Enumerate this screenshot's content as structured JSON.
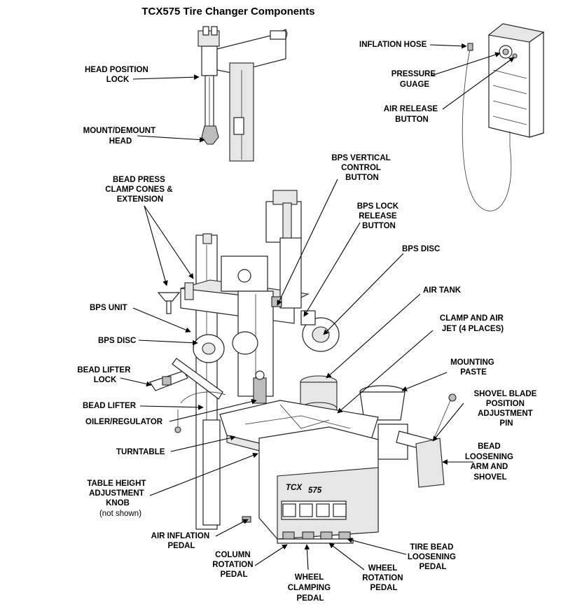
{
  "title": "TCX575 Tire Changer Components",
  "brand_text": "575",
  "brand_prefix": "TCX",
  "labels": {
    "inflation_hose": [
      "INFLATION HOSE"
    ],
    "pressure_guage": [
      "PRESSURE",
      "GUAGE"
    ],
    "air_release_button": [
      "AIR RELEASE",
      "BUTTON"
    ],
    "head_position_lock": [
      "HEAD POSITION",
      "LOCK"
    ],
    "mount_demount_head": [
      "MOUNT/DEMOUNT",
      "HEAD"
    ],
    "bps_vertical_control_button": [
      "BPS VERTICAL",
      "CONTROL",
      "BUTTON"
    ],
    "bead_press_clamp_cones": [
      "BEAD PRESS",
      "CLAMP CONES &",
      "EXTENSION"
    ],
    "bps_lock_release_button": [
      "BPS LOCK",
      "RELEASE",
      "BUTTON"
    ],
    "bps_disc_right": [
      "BPS DISC"
    ],
    "air_tank": [
      "AIR TANK"
    ],
    "bps_unit": [
      "BPS UNIT"
    ],
    "clamp_and_air_jet": [
      "CLAMP AND AIR",
      "JET (4 PLACES)"
    ],
    "bps_disc_left": [
      "BPS DISC"
    ],
    "bead_lifter_lock": [
      "BEAD LIFTER",
      "LOCK"
    ],
    "mounting_paste": [
      "MOUNTING",
      "PASTE"
    ],
    "shovel_blade_position": [
      "SHOVEL BLADE",
      "POSITION",
      "ADJUSTMENT",
      "PIN"
    ],
    "bead_lifter": [
      "BEAD LIFTER"
    ],
    "oiler_regulator": [
      "OILER/REGULATOR"
    ],
    "turntable": [
      "TURNTABLE"
    ],
    "bead_loosening_arm": [
      "BEAD",
      "LOOSENING",
      "ARM AND",
      "SHOVEL"
    ],
    "table_height_knob": [
      "TABLE HEIGHT",
      "ADJUSTMENT",
      "KNOB"
    ],
    "table_height_note": "(not shown)",
    "air_inflation_pedal": [
      "AIR INFLATION",
      "PEDAL"
    ],
    "column_rotation_pedal": [
      "COLUMN",
      "ROTATION",
      "PEDAL"
    ],
    "tire_bead_loosening_pedal": [
      "TIRE BEAD",
      "LOOSENING",
      "PEDAL"
    ],
    "wheel_rotation_pedal": [
      "WHEEL",
      "ROTATION",
      "PEDAL"
    ],
    "wheel_clamping_pedal": [
      "WHEEL",
      "CLAMPING",
      "PEDAL"
    ]
  }
}
